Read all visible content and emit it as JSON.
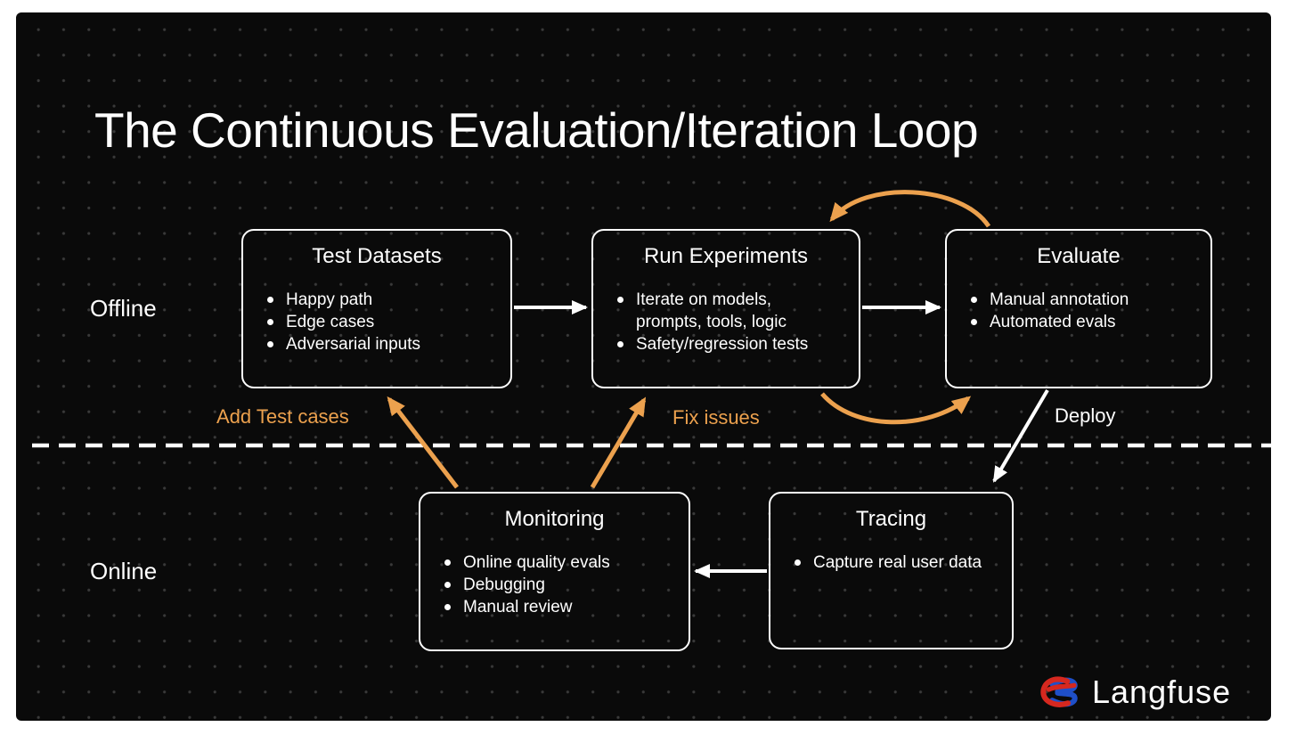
{
  "slide": {
    "title": "The Continuous Evaluation/Iteration Loop",
    "offline_label": "Offline",
    "online_label": "Online"
  },
  "boxes": {
    "test_datasets": {
      "title": "Test Datasets",
      "bullets": [
        "Happy path",
        "Edge cases",
        "Adversarial inputs"
      ]
    },
    "run_experiments": {
      "title": "Run Experiments",
      "bullets": [
        "Iterate on models,\nprompts, tools, logic",
        "Safety/regression tests"
      ]
    },
    "evaluate": {
      "title": "Evaluate",
      "bullets": [
        "Manual annotation",
        "Automated evals"
      ]
    },
    "monitoring": {
      "title": "Monitoring",
      "bullets": [
        "Online quality evals",
        "Debugging",
        "Manual review"
      ]
    },
    "tracing": {
      "title": "Tracing",
      "bullets": [
        "Capture real user data"
      ]
    }
  },
  "edge_labels": {
    "add_test_cases": "Add Test cases",
    "fix_issues": "Fix issues",
    "deploy": "Deploy"
  },
  "logo": {
    "text": "Langfuse"
  },
  "colors": {
    "accent_orange": "#ECA14E",
    "arrow_white": "#FFFFFF",
    "background": "#0A0A0A",
    "logo_red": "#D6281F",
    "logo_blue": "#1F4FC8"
  }
}
